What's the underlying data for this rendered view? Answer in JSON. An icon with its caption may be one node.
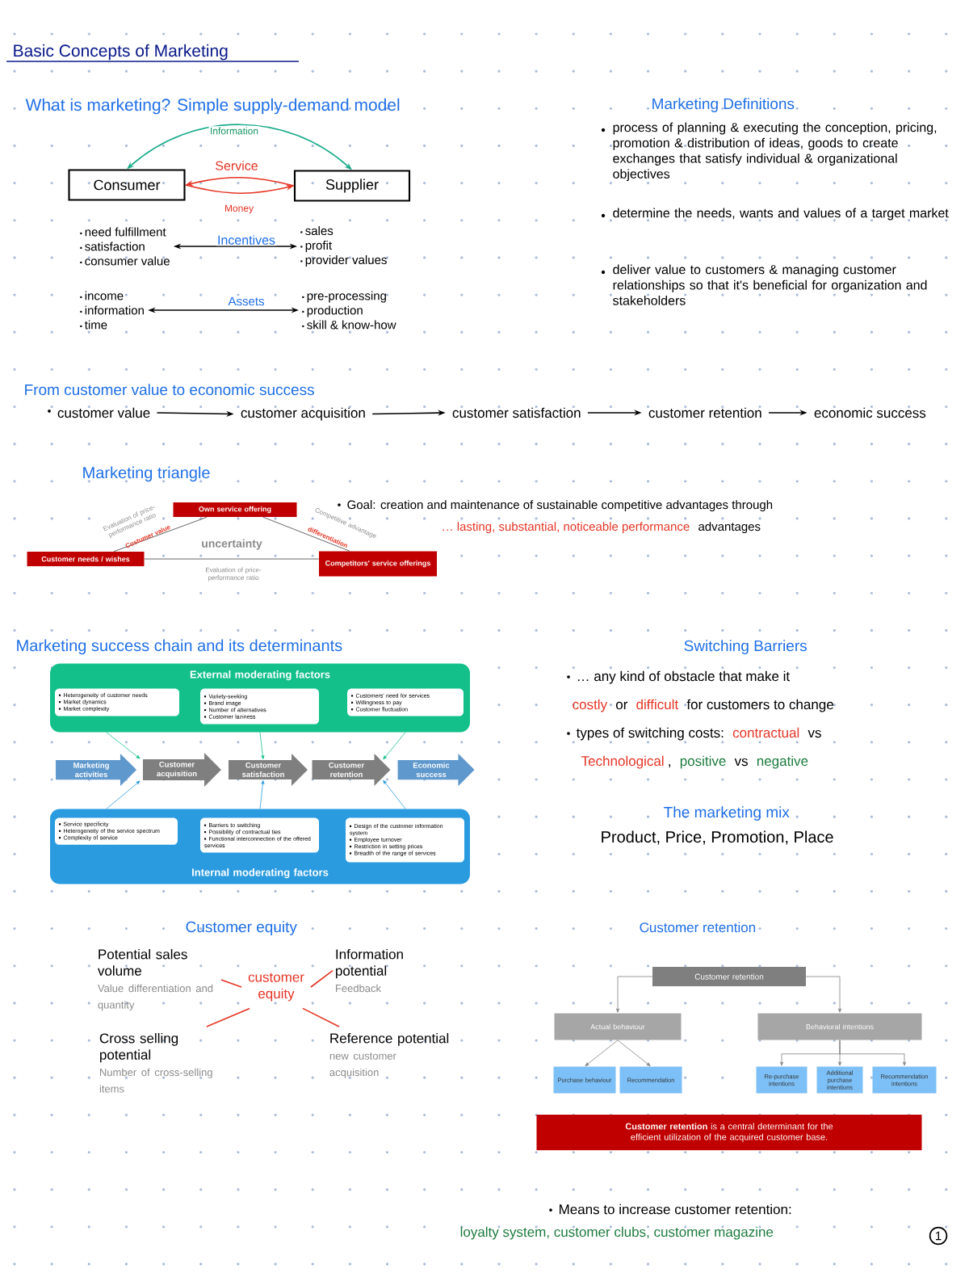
{
  "diagram": {
    "title": "Basic Concepts of Marketing",
    "nodes": [
      {
        "text": [
          "Consumer"
        ]
      },
      {
        "text": [
          "Supplier"
        ]
      },
      {
        "text": [
          "need fulfillment",
          "satisfaction",
          "consumer value"
        ]
      },
      {
        "text": [
          "sales",
          "profit",
          "provider values"
        ]
      },
      {
        "text": [
          "income",
          "information",
          "time"
        ]
      },
      {
        "text": [
          "pre-processing",
          "production",
          "skill & know-how"
        ]
      },
      {
        "text": [
          "customer value"
        ]
      },
      {
        "text": [
          "customer acquisition"
        ]
      },
      {
        "text": [
          "customer satisfaction"
        ]
      },
      {
        "text": [
          "customer retention"
        ]
      },
      {
        "text": [
          "economic success"
        ]
      },
      {
        "text": [
          "Own service offering"
        ]
      },
      {
        "text": [
          "Customer needs / wishes"
        ]
      },
      {
        "text": [
          "Competitors' service offerings"
        ]
      },
      {
        "text": [
          "External moderating factors"
        ]
      },
      {
        "text": [
          "Heterogeneity of customer needs",
          "Market dynamics",
          "Market complexity"
        ],
        "in": 14
      },
      {
        "text": [
          "Variety-seeking",
          "Brand image",
          "Number of alternatives",
          "Customer laziness"
        ],
        "in": 14
      },
      {
        "text": [
          "Customers' need for services",
          "Willingness to pay",
          "Customer fluctuation"
        ],
        "in": 14
      },
      {
        "text": [
          "Marketing activities"
        ]
      },
      {
        "text": [
          "Customer acquisition"
        ]
      },
      {
        "text": [
          "Customer satisfaction"
        ]
      },
      {
        "text": [
          "Customer retention"
        ]
      },
      {
        "text": [
          "Economic success"
        ]
      },
      {
        "text": [
          "Internal moderating factors"
        ]
      },
      {
        "text": [
          "Service specificity",
          "Heterogeneity of the service spectrum",
          "Complexity of service"
        ],
        "in": 23
      },
      {
        "text": [
          "Barriers to switching",
          "Possibility of contractual ties",
          "Functional interconnection of the offered services"
        ],
        "in": 23
      },
      {
        "text": [
          "Design of the customer information system",
          "Employee turnover",
          "Restriction in setting prices",
          "Breadth of the range of services"
        ],
        "in": 23
      },
      {
        "text": [
          "customer equity"
        ]
      },
      {
        "text": [
          "Potential sales volume",
          "Value differentiation and quantity"
        ]
      },
      {
        "text": [
          "Information potential",
          "Feedback"
        ]
      },
      {
        "text": [
          "Cross selling potential",
          "Number of cross-selling items"
        ]
      },
      {
        "text": [
          "Reference potential",
          "new customer acquisition"
        ]
      },
      {
        "text": [
          "Customer retention"
        ]
      },
      {
        "text": [
          "Actual behaviour"
        ]
      },
      {
        "text": [
          "Behavioral intentions"
        ]
      },
      {
        "text": [
          "Purchase behaviour"
        ]
      },
      {
        "text": [
          "Recommendation"
        ]
      },
      {
        "text": [
          "Re-purchase intentions"
        ]
      },
      {
        "text": [
          "Additional purchase intentions"
        ]
      },
      {
        "text": [
          "Recommendation intentions"
        ]
      },
      {
        "text": [
          "**Customer retention** is a central determinant for the efficient utilization of the acquired customer base."
        ]
      }
    ],
    "edges": [
      {
        "from": 0,
        "to": 1,
        "arrow": "both",
        "label": "Information",
        "color": "#1aab8a"
      },
      {
        "from": 1,
        "to": 0,
        "arrow": "to",
        "label": "Service",
        "color": "#e53424"
      },
      {
        "from": 0,
        "to": 1,
        "arrow": "to",
        "label": "Money",
        "color": "#e53424"
      },
      {
        "from": 2,
        "to": 3,
        "arrow": "both",
        "label": "Incentives",
        "color": "#000000"
      },
      {
        "from": 4,
        "to": 5,
        "arrow": "both",
        "label": "Assets",
        "color": "#000000"
      },
      {
        "from": 6,
        "to": 7,
        "arrow": "to",
        "color": "#000000"
      },
      {
        "from": 7,
        "to": 8,
        "arrow": "to",
        "color": "#000000"
      },
      {
        "from": 8,
        "to": 9,
        "arrow": "to",
        "color": "#000000"
      },
      {
        "from": 9,
        "to": 10,
        "arrow": "to",
        "color": "#000000"
      },
      {
        "from": 12,
        "to": 11,
        "arrow": "none",
        "label": "Evaluation of price-performance ratio",
        "color": "#404040"
      },
      {
        "from": 11,
        "to": 13,
        "arrow": "none",
        "label": "Competitive advantage",
        "color": "#404040"
      },
      {
        "from": 12,
        "to": 13,
        "arrow": "none",
        "label": "Evaluation of price-performance ratio",
        "color": "#404040"
      },
      {
        "from": 14,
        "to": 19,
        "arrow": "to",
        "color": "#13c08a"
      },
      {
        "from": 14,
        "to": 20,
        "arrow": "to",
        "color": "#13c08a"
      },
      {
        "from": 14,
        "to": 21,
        "arrow": "to",
        "color": "#13c08a"
      },
      {
        "from": 23,
        "to": 19,
        "arrow": "to",
        "color": "#2b9be0"
      },
      {
        "from": 23,
        "to": 20,
        "arrow": "to",
        "color": "#2b9be0"
      },
      {
        "from": 23,
        "to": 21,
        "arrow": "to",
        "color": "#2b9be0"
      },
      {
        "from": 27,
        "to": 28,
        "arrow": "none",
        "color": "#e53424"
      },
      {
        "from": 27,
        "to": 29,
        "arrow": "none",
        "color": "#e53424"
      },
      {
        "from": 27,
        "to": 30,
        "arrow": "none",
        "color": "#e53424"
      },
      {
        "from": 27,
        "to": 31,
        "arrow": "none",
        "color": "#e53424"
      },
      {
        "from": 32,
        "to": 33,
        "arrow": "to",
        "color": "#808080"
      },
      {
        "from": 32,
        "to": 34,
        "arrow": "to",
        "color": "#808080"
      },
      {
        "from": 33,
        "to": 35,
        "arrow": "to",
        "color": "#808080"
      },
      {
        "from": 33,
        "to": 36,
        "arrow": "to",
        "color": "#808080"
      },
      {
        "from": 34,
        "to": 37,
        "arrow": "to",
        "color": "#808080"
      },
      {
        "from": 34,
        "to": 38,
        "arrow": "to",
        "color": "#808080"
      },
      {
        "from": 34,
        "to": 39,
        "arrow": "to",
        "color": "#808080"
      }
    ],
    "labels": [
      "What is marketing? Simple supply-demand model",
      "Marketing Definitions",
      "process of planning & executing the conception, pricing, promotion & distribution of ideas, goods to create exchanges that satisfy individual & organizational objectives",
      "determine the needs, wants and values of a target market",
      "deliver value to customers & managing customer relationships so that it's beneficial for organization and stakeholders",
      "From customer value to economic success",
      "Marketing triangle",
      "Costumer value",
      "uncertainty",
      "differentiation",
      "Goal: creation and maintenance of sustainable competitive advantages through",
      "… lasting, substantial, noticeable performance",
      "advantages",
      "Marketing success chain and its determinants",
      "Switching Barriers",
      "… any kind of obstacle that make it",
      "costly",
      "or",
      "difficult",
      "for customers to change",
      "types of switching costs:",
      "contractual",
      "vs",
      "Technological",
      ",",
      "positive",
      "vs",
      "negative",
      "The marketing mix",
      "Product, Price, Promotion, Place",
      "Customer equity",
      "Customer retention",
      "Means to increase customer retention:",
      "loyalty system, customer clubs, customer magazine",
      "1"
    ]
  }
}
